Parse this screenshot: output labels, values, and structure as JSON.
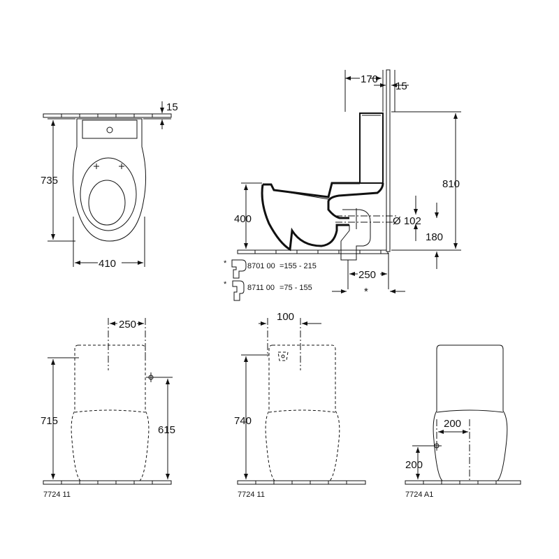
{
  "top_view": {
    "dim_height": "735",
    "dim_width": "410",
    "dim_offset": "15"
  },
  "side_view": {
    "dim_tank_depth": "170",
    "dim_wall_gap": "15",
    "dim_total_height": "810",
    "dim_seat_height": "400",
    "dim_pipe_diameter": "Ø 102",
    "dim_pipe_height": "180",
    "dim_outlet_distance": "250",
    "asterisk": "*",
    "legend": [
      {
        "marker": "*",
        "code": "8701 00",
        "range": "=155 - 215"
      },
      {
        "marker": "*",
        "code": "8711 00",
        "range": "=75 -  155"
      }
    ]
  },
  "front_views": [
    {
      "code": "7724 11",
      "dim_top": "250",
      "dim_left": "715",
      "dim_right": "615"
    },
    {
      "code": "7724 11",
      "dim_top": "100",
      "dim_left": "740"
    },
    {
      "code": "7724 A1",
      "dim_horizontal": "200",
      "dim_vertical": "200"
    }
  ]
}
